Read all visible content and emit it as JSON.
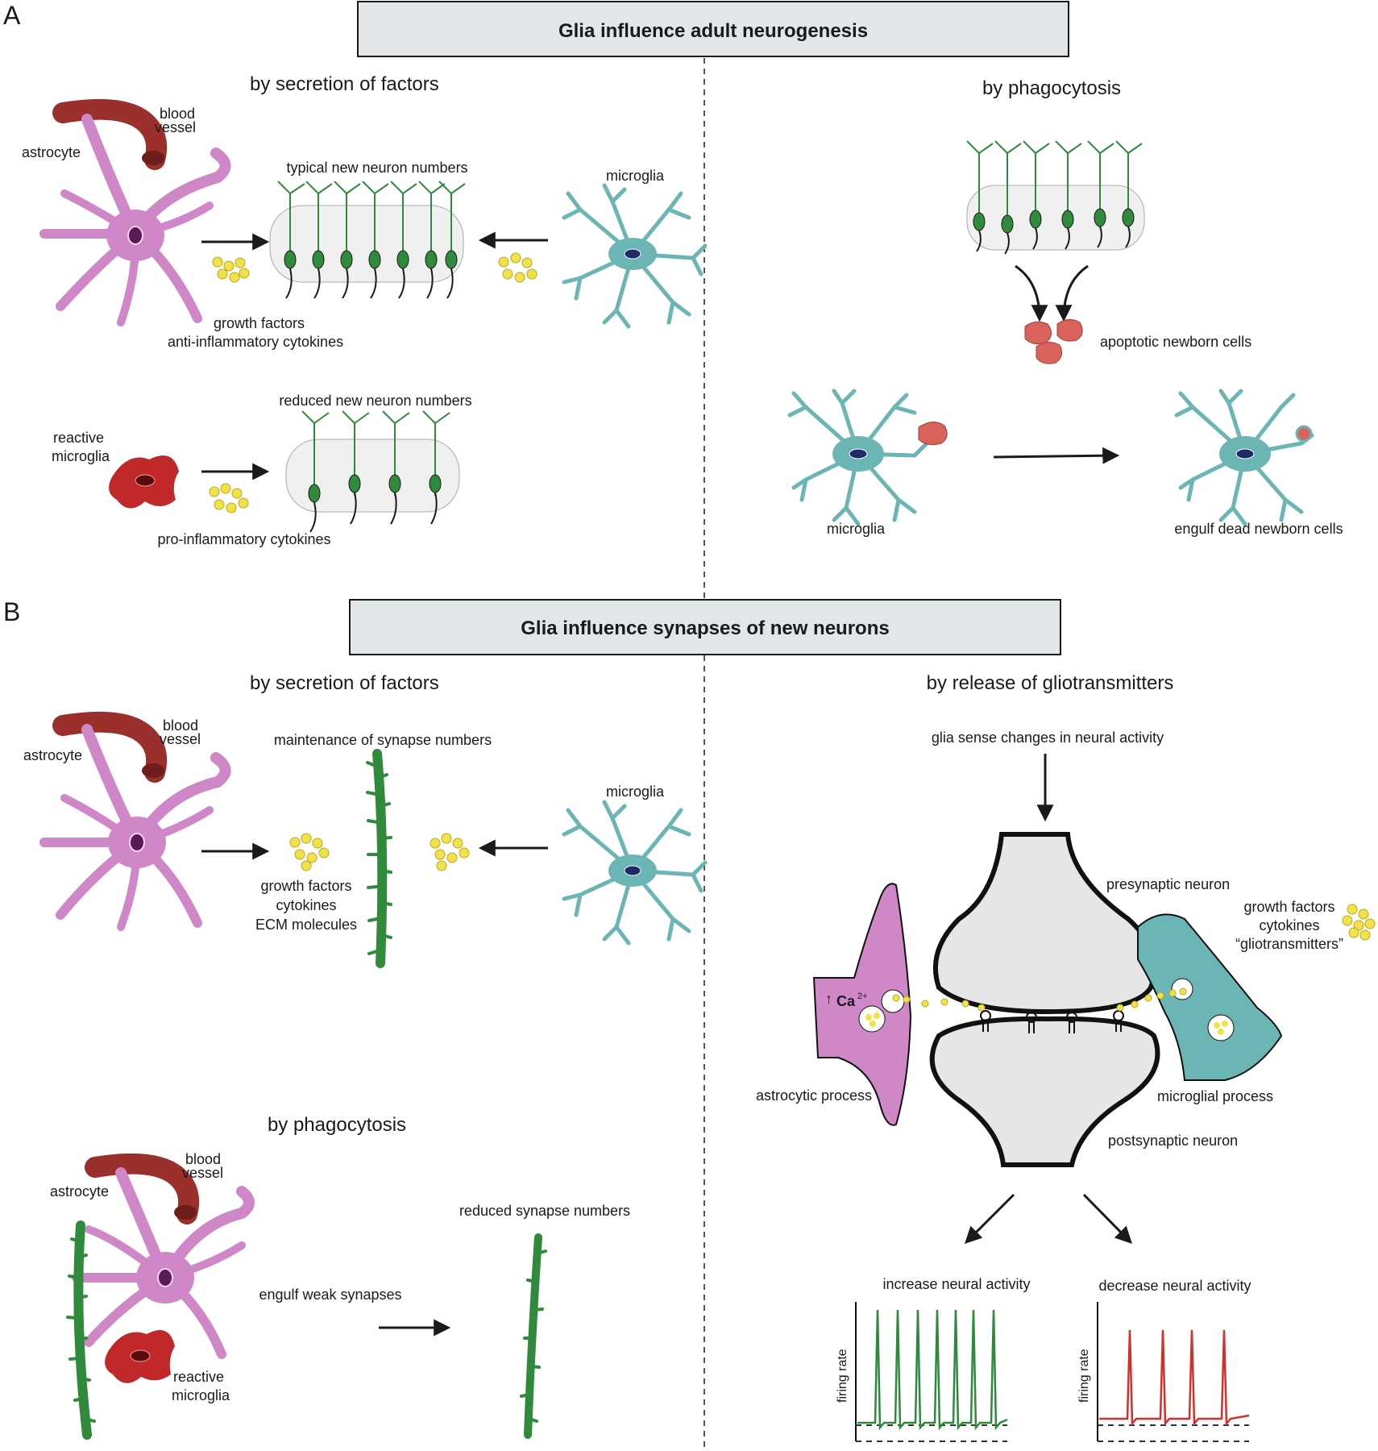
{
  "panel_a": {
    "letter": "A",
    "title": "Glia influence adult neurogenesis",
    "left": {
      "heading": "by secretion of factors",
      "astrocyte": "astrocyte",
      "blood_vessel_1": "blood",
      "blood_vessel_2": "vessel",
      "typical": "typical new neuron numbers",
      "microglia": "microglia",
      "factors_1": "growth factors",
      "factors_2": "anti-inflammatory cytokines",
      "reduced": "reduced new neuron numbers",
      "reactive_1": "reactive",
      "reactive_2": "microglia",
      "pro": "pro-inflammatory cytokines"
    },
    "right": {
      "heading": "by phagocytosis",
      "apoptotic": "apoptotic newborn cells",
      "microglia": "microglia",
      "engulf": "engulf dead newborn cells"
    }
  },
  "panel_b": {
    "letter": "B",
    "title": "Glia influence synapses of new neurons",
    "left": {
      "heading": "by secretion of factors",
      "astrocyte": "astrocyte",
      "blood_vessel_1": "blood",
      "blood_vessel_2": "vessel",
      "maintenance": "maintenance of synapse numbers",
      "microglia": "microglia",
      "factors_1": "growth factors",
      "factors_2": "cytokines",
      "factors_3": "ECM molecules",
      "phago_heading": "by phagocytosis",
      "astrocyte2": "astrocyte",
      "blood_vessel2_1": "blood",
      "blood_vessel2_2": "vessel",
      "reduced_syn": "reduced synapse numbers",
      "engulf_weak": "engulf weak synapses",
      "reactive_1": "reactive",
      "reactive_2": "microglia"
    },
    "right": {
      "heading": "by release of gliotransmitters",
      "sense": "glia sense changes in neural activity",
      "presynaptic": "presynaptic neuron",
      "postsynaptic": "postsynaptic neuron",
      "astro_process": "astrocytic process",
      "micro_process": "microglial process",
      "ca": "Ca",
      "ca_sup": "2+",
      "gf_1": "growth factors",
      "gf_2": "cytokines",
      "gf_3": "“gliotransmitters”",
      "increase": "increase neural activity",
      "decrease": "decrease neural activity",
      "firing_rate": "firing rate"
    }
  },
  "colors": {
    "astrocyte": "#cf87c8",
    "microglia": "#6cb5b5",
    "reactive": "#c0282a",
    "vessel": "#9b2f2b",
    "neuron": "#2f8a3c",
    "factor": "#f2e24a",
    "apoptotic": "#d9625a",
    "banner": "#e1e6e8",
    "synapse": "#e6e6e6",
    "trace_green": "#2d8a3a",
    "trace_red": "#d2302c"
  }
}
